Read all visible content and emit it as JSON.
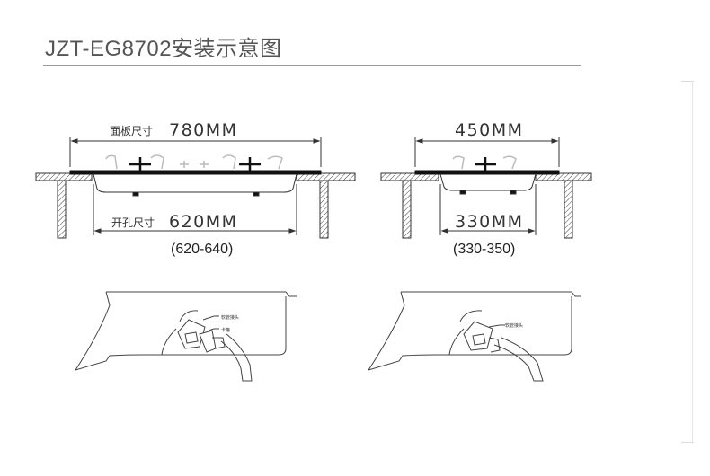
{
  "title": "JZT-EG8702安装示意图",
  "left_diagram": {
    "panel_label_prefix": "面板尺寸",
    "panel_size": "780MM",
    "cutout_label_prefix": "开孔尺寸",
    "cutout_size": "620MM",
    "cutout_range": "(620-640)",
    "connector_label_1": "软管接头",
    "connector_label_2": "卡箍"
  },
  "right_diagram": {
    "panel_size": "450MM",
    "cutout_size": "330MM",
    "cutout_range": "(330-350)",
    "connector_label_1": "软管接头"
  },
  "colors": {
    "line": "#333333",
    "fill_dark": "#111111",
    "title": "#555555"
  }
}
